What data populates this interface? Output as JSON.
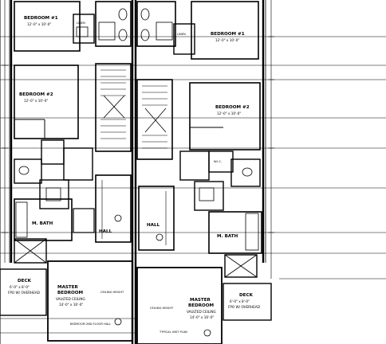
{
  "rooms": {
    "bedroom1_left": {
      "name": "BEDROOM #1",
      "dims": "12'-0\" x 10'-0\""
    },
    "bedroom2_left": {
      "name": "BEDROOM #2",
      "dims": "12'-0\" x 10'-0\""
    },
    "bedroom1_right": {
      "name": "BEDROOM #1",
      "dims": "12'-0\" x 10'-0\""
    },
    "bedroom2_right": {
      "name": "BEDROOM #2",
      "dims": "12'-0\" x 10'-0\""
    },
    "mbath_left": {
      "name": "M. BATH"
    },
    "mbath_right": {
      "name": "M. BATH"
    },
    "hall_left": {
      "name": "HALL"
    },
    "hall_right": {
      "name": "HALL"
    },
    "master_left": {
      "name": "MASTER",
      "name2": "BEDROOM",
      "ceiling": "VAULTED CEILING",
      "dims": "14'-0\" x 16'-0\""
    },
    "master_right": {
      "name": "MASTER",
      "name2": "BEDROOM",
      "ceiling": "VAULTED CEILING",
      "dims": "14'-0\" x 16'-0\""
    },
    "deck_left": {
      "name": "DECK",
      "dims": "6'-0\" x 8'-0\"",
      "note": "FPO W/ OVERHEAD"
    },
    "deck_right": {
      "name": "DECK",
      "dims": "6'-0\" x 8'-0\"",
      "note": "FPO W/ OVERHEAD"
    }
  },
  "tags": {
    "linen_left": "LINEN",
    "linen_right": "LINEN",
    "wic": "W.I.C.",
    "ceiling_left": "CEILING HEIGHT",
    "ceiling_right": "CEILING HEIGHT",
    "unit_left": "BEDROOM 2ND FLOOR HALL",
    "bottom_right": "TYPICAL UNIT PLAN"
  }
}
